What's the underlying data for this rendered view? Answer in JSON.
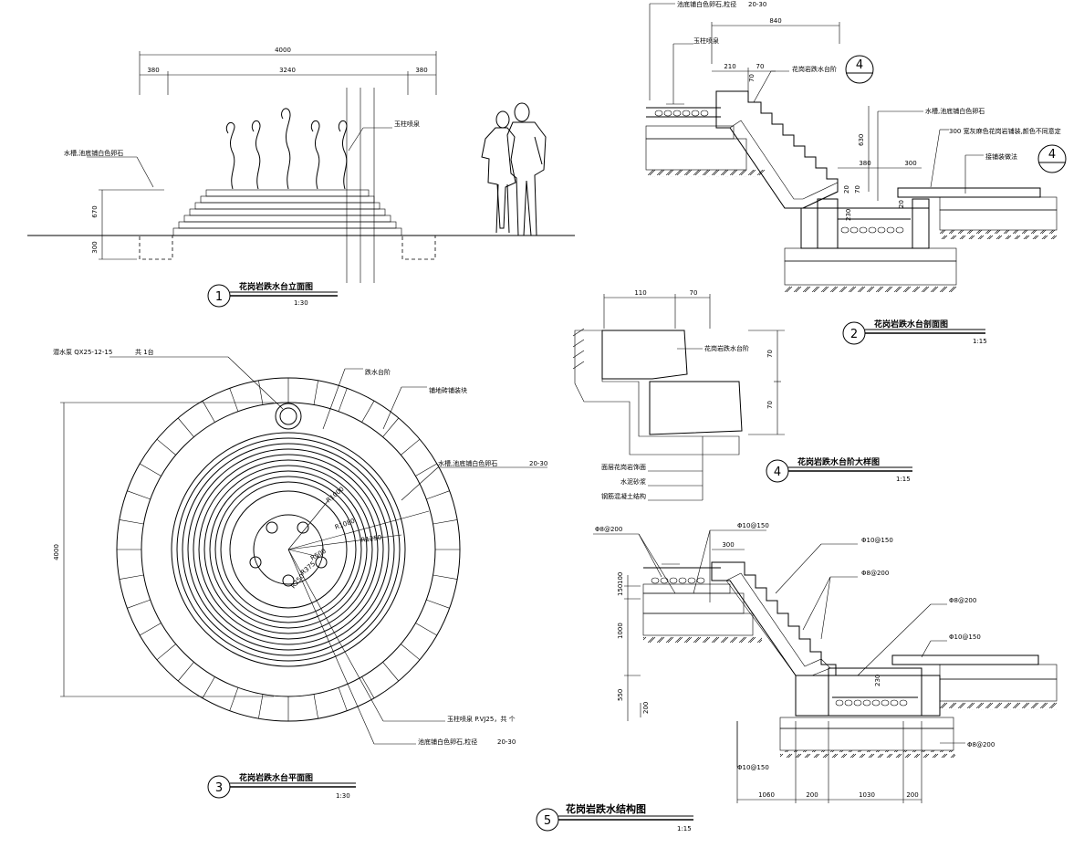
{
  "drawings": {
    "elevation": {
      "number": "1",
      "title": "花岗岩跌水台立面图",
      "scale": "1:30",
      "dims": {
        "total": "4000",
        "left": "380",
        "middle": "3240",
        "right": "380",
        "height_top": "670",
        "height_base": "300"
      },
      "notes": {
        "nozzle": "玉柱喷泉",
        "pebble": "水槽,池底铺白色卵石"
      }
    },
    "section": {
      "number": "2",
      "title": "花岗岩跌水台剖面图",
      "scale": "1:15",
      "dims": {
        "top_width": "840",
        "d1": "210",
        "d2": "70",
        "step": "70",
        "height": "630",
        "d3": "380",
        "d4": "300",
        "c1": "20",
        "c2": "70",
        "c3": "230",
        "c4": "20",
        "note_range": "20-30"
      },
      "notes": {
        "pebble_top": "池底铺白色卵石,粒径",
        "nozzle": "玉柱喷泉",
        "stair": "花岗岩跌水台阶",
        "trough": "水槽,池底铺白色卵石",
        "paving": "300  宽灰麻色花岗岩铺装,颜色不同意定",
        "ref": "接铺装做法"
      },
      "ref_marks": [
        "4",
        "4"
      ]
    },
    "plan": {
      "number": "3",
      "title": "花岗岩跌水台平面图",
      "scale": "1:30",
      "dims": {
        "diameter": "4000",
        "r1": "R1000",
        "r2": "R1080",
        "r3": "R1250",
        "r4": "R500",
        "r5": "R375",
        "r6": "R250"
      },
      "notes": {
        "pump": "潜水泵  QX25-12-15",
        "pump_qty": "共 1台",
        "stair": "跌水台阶",
        "paving": "铺地砖铺装块",
        "pebble": "水槽,池底铺白色卵石",
        "pebble_range": "20-30",
        "nozzle": "玉柱喷泉  P.VJ25，共  个",
        "bottom_pebble": "池底铺白色卵石,粒径",
        "bottom_range": "20-30"
      }
    },
    "detail": {
      "number": "4",
      "title": "花岗岩跌水台阶大样图",
      "scale": "1:15",
      "dims": {
        "w1": "110",
        "w2": "70",
        "h1": "70",
        "h2": "70"
      },
      "notes": {
        "block": "花岗岩跌水台阶",
        "n1": "面层花岗岩饰面",
        "n2": "水泥砂浆",
        "n3": "钢筋混凝土结构"
      }
    },
    "structure": {
      "number": "5",
      "title": "花岗岩跌水结构图",
      "scale": "1:15",
      "rebar": {
        "r1": "Φ8@200",
        "r2": "Φ10@150",
        "r3": "Φ10@150",
        "r4": "Φ8@200",
        "r5": "Φ8@200",
        "r6": "Φ10@150",
        "r7": "Φ8@200",
        "r8": "Φ10@150"
      },
      "dims": {
        "top": "300",
        "h1": "100",
        "h2": "150",
        "h3": "1000",
        "h4": "550",
        "h5": "200",
        "h6": "230",
        "b1": "1060",
        "b2": "200",
        "b3": "1030",
        "b4": "200"
      }
    }
  }
}
